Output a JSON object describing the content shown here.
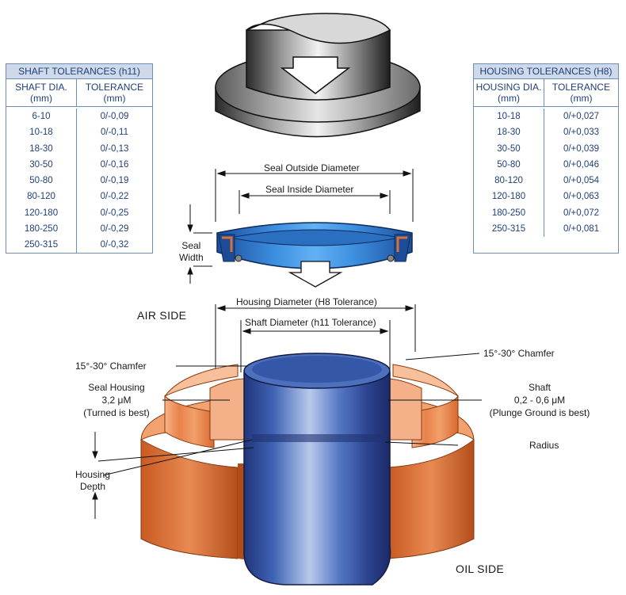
{
  "shaft_table": {
    "title": "SHAFT TOLERANCES (h11)",
    "col1_line1": "SHAFT DIA.",
    "col1_line2": "(mm)",
    "col2_line1": "TOLERANCE",
    "col2_line2": "(mm)",
    "rows": [
      [
        "6-10",
        "0/-0,09"
      ],
      [
        "10-18",
        "0/-0,11"
      ],
      [
        "18-30",
        "0/-0,13"
      ],
      [
        "30-50",
        "0/-0,16"
      ],
      [
        "50-80",
        "0/-0,19"
      ],
      [
        "80-120",
        "0/-0,22"
      ],
      [
        "120-180",
        "0/-0,25"
      ],
      [
        "180-250",
        "0/-0,29"
      ],
      [
        "250-315",
        "0/-0,32"
      ]
    ]
  },
  "housing_table": {
    "title": "HOUSING TOLERANCES (H8)",
    "col1_line1": "HOUSING DIA.",
    "col1_line2": "(mm)",
    "col2_line1": "TOLERANCE",
    "col2_line2": "(mm)",
    "rows": [
      [
        "10-18",
        "0/+0,027"
      ],
      [
        "18-30",
        "0/+0,033"
      ],
      [
        "30-50",
        "0/+0,039"
      ],
      [
        "50-80",
        "0/+0,046"
      ],
      [
        "80-120",
        "0/+0,054"
      ],
      [
        "120-180",
        "0/+0,063"
      ],
      [
        "180-250",
        "0/+0,072"
      ],
      [
        "250-315",
        "0/+0,081"
      ]
    ]
  },
  "labels": {
    "seal_outside_diameter": "Seal Outside Diameter",
    "seal_inside_diameter": "Seal Inside Diameter",
    "seal_width_line1": "Seal",
    "seal_width_line2": "Width",
    "housing_diameter": "Housing Diameter (H8 Tolerance)",
    "shaft_diameter": "Shaft Diameter (h11 Tolerance)",
    "air_side": "AIR SIDE",
    "oil_side": "OIL SIDE",
    "chamfer_left": "15°-30° Chamfer",
    "chamfer_right": "15°-30° Chamfer",
    "seal_housing_line1": "Seal Housing",
    "seal_housing_line2": "3,2 μM",
    "seal_housing_line3": "(Turned is best)",
    "shaft_line1": "Shaft",
    "shaft_line2": "0,2 - 0,6 μM",
    "shaft_line3": "(Plunge Ground is best)",
    "housing_depth_line1": "Housing",
    "housing_depth_line2": "Depth",
    "radius": "Radius"
  },
  "colors": {
    "table_border": "#6c8fb6",
    "table_header_bg": "#cfd9e9",
    "table_text": "#1f3f78",
    "seal_blue": "#2f7fd0",
    "housing_orange": "#e8824a",
    "shaft_blue": "#3d5ea8",
    "tool_gray": "#8a8a8a"
  }
}
